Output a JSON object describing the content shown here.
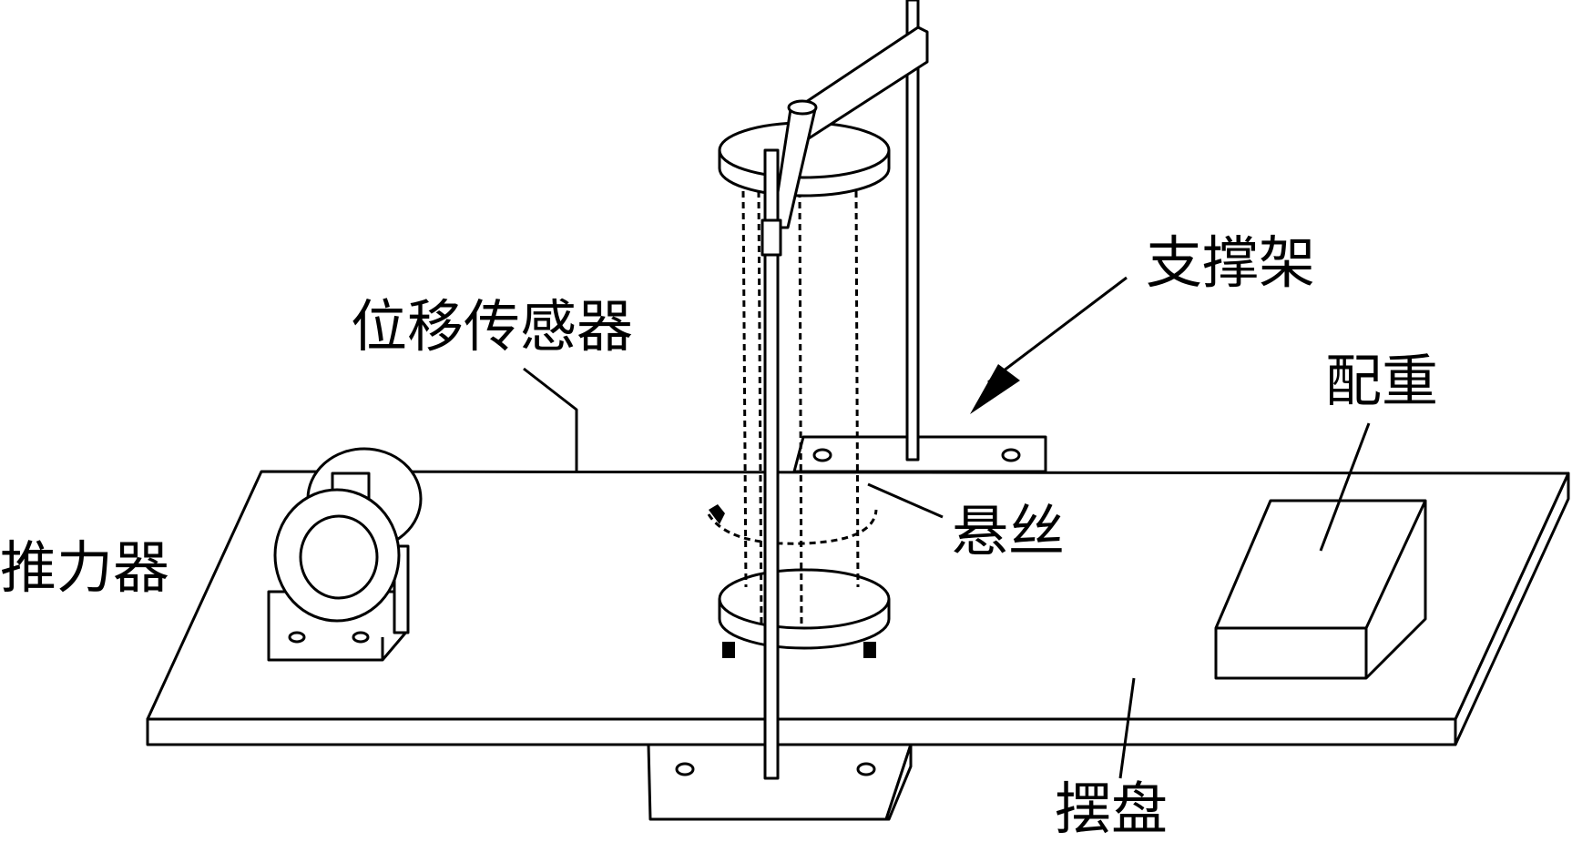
{
  "labels": {
    "thruster": "推力器",
    "displacement_sensor": "位移传感器",
    "support_frame": "支撑架",
    "counterweight": "配重",
    "suspension_wire": "悬丝",
    "swing_plate": "摆盘"
  }
}
